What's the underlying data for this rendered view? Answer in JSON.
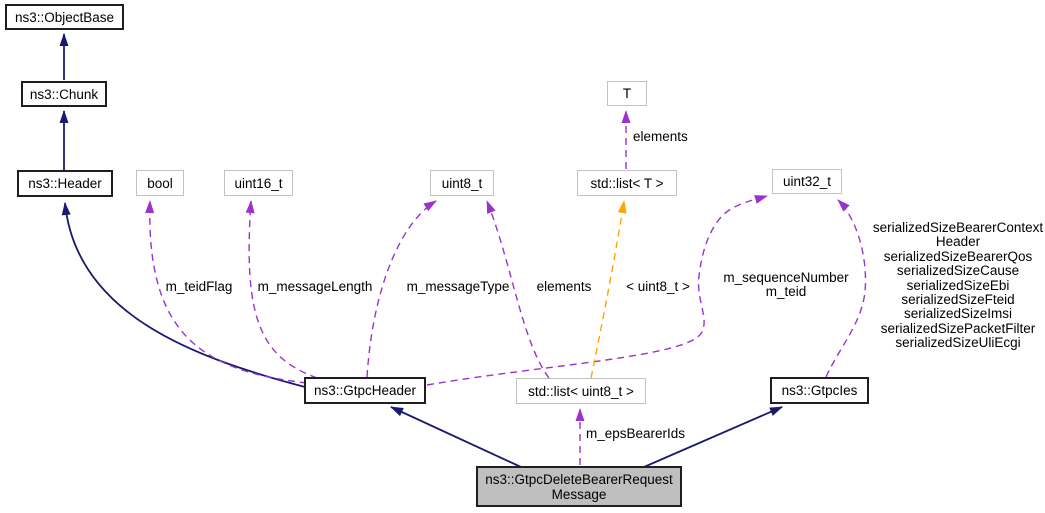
{
  "diagram": {
    "kind": "doxygen-collaboration-graph",
    "main_class": "ns3::GtpcDeleteBearerRequestMessage"
  },
  "colors": {
    "inheritance_edge": "#191970",
    "usage_edge": "#9a32cd",
    "template_edge": "#ffa500",
    "node_border_linked": "#1f1f1f",
    "node_border_plain": "#c2c2c2",
    "node_fill": "#ffffff",
    "main_node_fill": "#bfbfbf",
    "text": "#000000",
    "background": "#ffffff"
  },
  "nodes": {
    "objectbase": {
      "label": "ns3::ObjectBase"
    },
    "chunk": {
      "label": "ns3::Chunk"
    },
    "header": {
      "label": "ns3::Header"
    },
    "bool": {
      "label": "bool"
    },
    "uint16": {
      "label": "uint16_t"
    },
    "uint8": {
      "label": "uint8_t"
    },
    "t": {
      "label": "T"
    },
    "list_t": {
      "label": "std::list< T >"
    },
    "uint32": {
      "label": "uint32_t"
    },
    "gtpc_header": {
      "label": "ns3::GtpcHeader"
    },
    "list_uint8": {
      "label": "std::list< uint8_t >"
    },
    "gtpc_ies": {
      "label": "ns3::GtpcIes"
    },
    "message": {
      "lines": [
        "ns3::GtpcDeleteBearerRequest",
        "Message"
      ]
    }
  },
  "edge_labels": {
    "elements_t": "elements",
    "teid_flag": "m_teidFlag",
    "message_length": "m_messageLength",
    "message_type": "m_messageType",
    "elements_list": "elements",
    "template_args": "< uint8_t >",
    "sequence": {
      "lines": [
        "m_sequenceNumber",
        "m_teid"
      ]
    },
    "serialized": {
      "lines": [
        "serializedSizeBearerContext",
        "Header",
        "serializedSizeBearerQos",
        "serializedSizeCause",
        "serializedSizeEbi",
        "serializedSizeFteid",
        "serializedSizeImsi",
        "serializedSizePacketFilter",
        "serializedSizeUliEcgi"
      ]
    },
    "eps_bearer_ids": "m_epsBearerIds"
  },
  "edges": [
    {
      "from": "ns3::Chunk",
      "to": "ns3::ObjectBase",
      "type": "inheritance",
      "label": ""
    },
    {
      "from": "ns3::Header",
      "to": "ns3::Chunk",
      "type": "inheritance",
      "label": ""
    },
    {
      "from": "ns3::GtpcHeader",
      "to": "ns3::Header",
      "type": "inheritance",
      "label": ""
    },
    {
      "from": "ns3::GtpcDeleteBearerRequestMessage",
      "to": "ns3::GtpcHeader",
      "type": "inheritance",
      "label": ""
    },
    {
      "from": "ns3::GtpcDeleteBearerRequestMessage",
      "to": "ns3::GtpcIes",
      "type": "inheritance",
      "label": ""
    },
    {
      "from": "ns3::GtpcHeader",
      "to": "bool",
      "type": "usage",
      "label": "m_teidFlag"
    },
    {
      "from": "ns3::GtpcHeader",
      "to": "uint16_t",
      "type": "usage",
      "label": "m_messageLength"
    },
    {
      "from": "ns3::GtpcHeader",
      "to": "uint8_t",
      "type": "usage",
      "label": "m_messageType"
    },
    {
      "from": "std::list< uint8_t >",
      "to": "uint8_t",
      "type": "usage",
      "label": "elements"
    },
    {
      "from": "std::list< T >",
      "to": "T",
      "type": "usage",
      "label": "elements"
    },
    {
      "from": "ns3::GtpcHeader",
      "to": "uint32_t",
      "type": "usage",
      "label": "m_sequenceNumber m_teid"
    },
    {
      "from": "ns3::GtpcIes",
      "to": "uint32_t",
      "type": "usage",
      "label": "serializedSizeBearerContextHeader serializedSizeBearerQos serializedSizeCause serializedSizeEbi serializedSizeFteid serializedSizeImsi serializedSizePacketFilter serializedSizeUliEcgi"
    },
    {
      "from": "ns3::GtpcDeleteBearerRequestMessage",
      "to": "std::list< uint8_t >",
      "type": "usage",
      "label": "m_epsBearerIds"
    },
    {
      "from": "std::list< uint8_t >",
      "to": "std::list< T >",
      "type": "template-instance",
      "label": "< uint8_t >"
    }
  ]
}
